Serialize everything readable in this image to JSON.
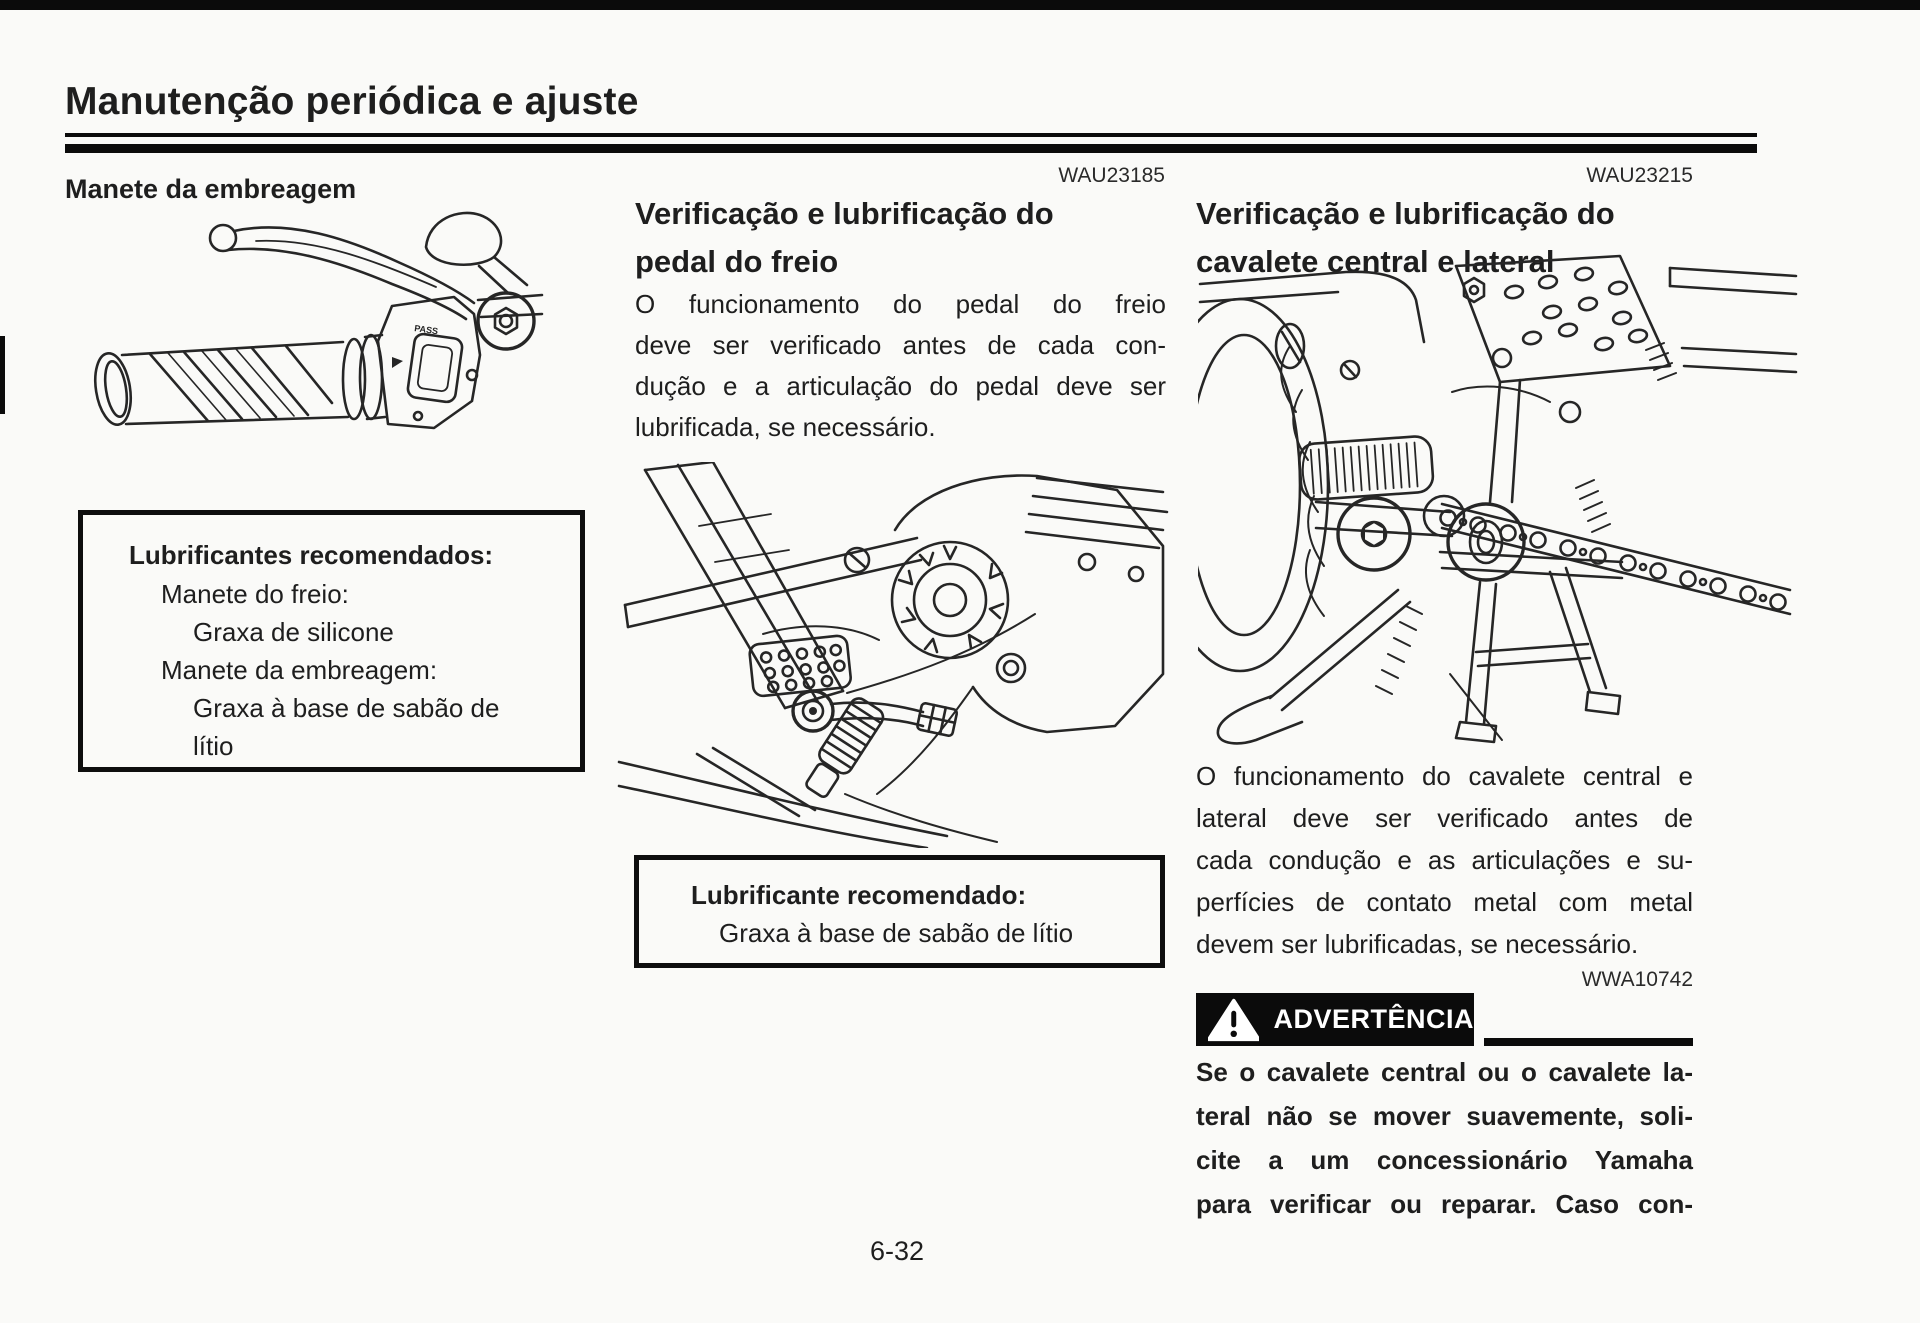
{
  "page": {
    "title": "Manutenção periódica e ajuste",
    "page_number": "6-32"
  },
  "col1": {
    "label": "Manete da embreagem",
    "pass_label": "PASS",
    "box": {
      "title": "Lubrificantes recomendados:",
      "item1_label": "Manete do freio:",
      "item1_value": "Graxa de silicone",
      "item2_label": "Manete da embreagem:",
      "item2_value_line1": "Graxa à base de sabão de",
      "item2_value_line2": "lítio"
    }
  },
  "col2": {
    "code": "WAU23185",
    "heading_line1": "Verificação e lubrificação do",
    "heading_line2": "pedal do freio",
    "para_line1": "O funcionamento do pedal do freio",
    "para_line2": "deve ser verificado antes de cada con-",
    "para_line3": "dução e a articulação do pedal deve ser",
    "para_line4": "lubrificada, se necessário.",
    "box": {
      "title": "Lubrificante recomendado:",
      "value": "Graxa à base de sabão de lítio"
    }
  },
  "col3": {
    "code": "WAU23215",
    "heading_line1": "Verificação e lubrificação do",
    "heading_line2": "cavalete central e lateral",
    "para_line1": "O funcionamento do cavalete central e",
    "para_line2": "lateral deve ser verificado antes de",
    "para_line3": "cada condução e as articulações e su-",
    "para_line4": "perfícies de contato metal com metal",
    "para_line5": "devem ser lubrificadas, se necessário.",
    "warning_code": "WWA10742",
    "warning_label": "ADVERTÊNCIA",
    "warning_line1": "Se o cavalete central ou o cavalete la-",
    "warning_line2": "teral não se mover suavemente, soli-",
    "warning_line3": "cite a um concessionário Yamaha",
    "warning_line4": "para verificar ou reparar. Caso con-"
  }
}
